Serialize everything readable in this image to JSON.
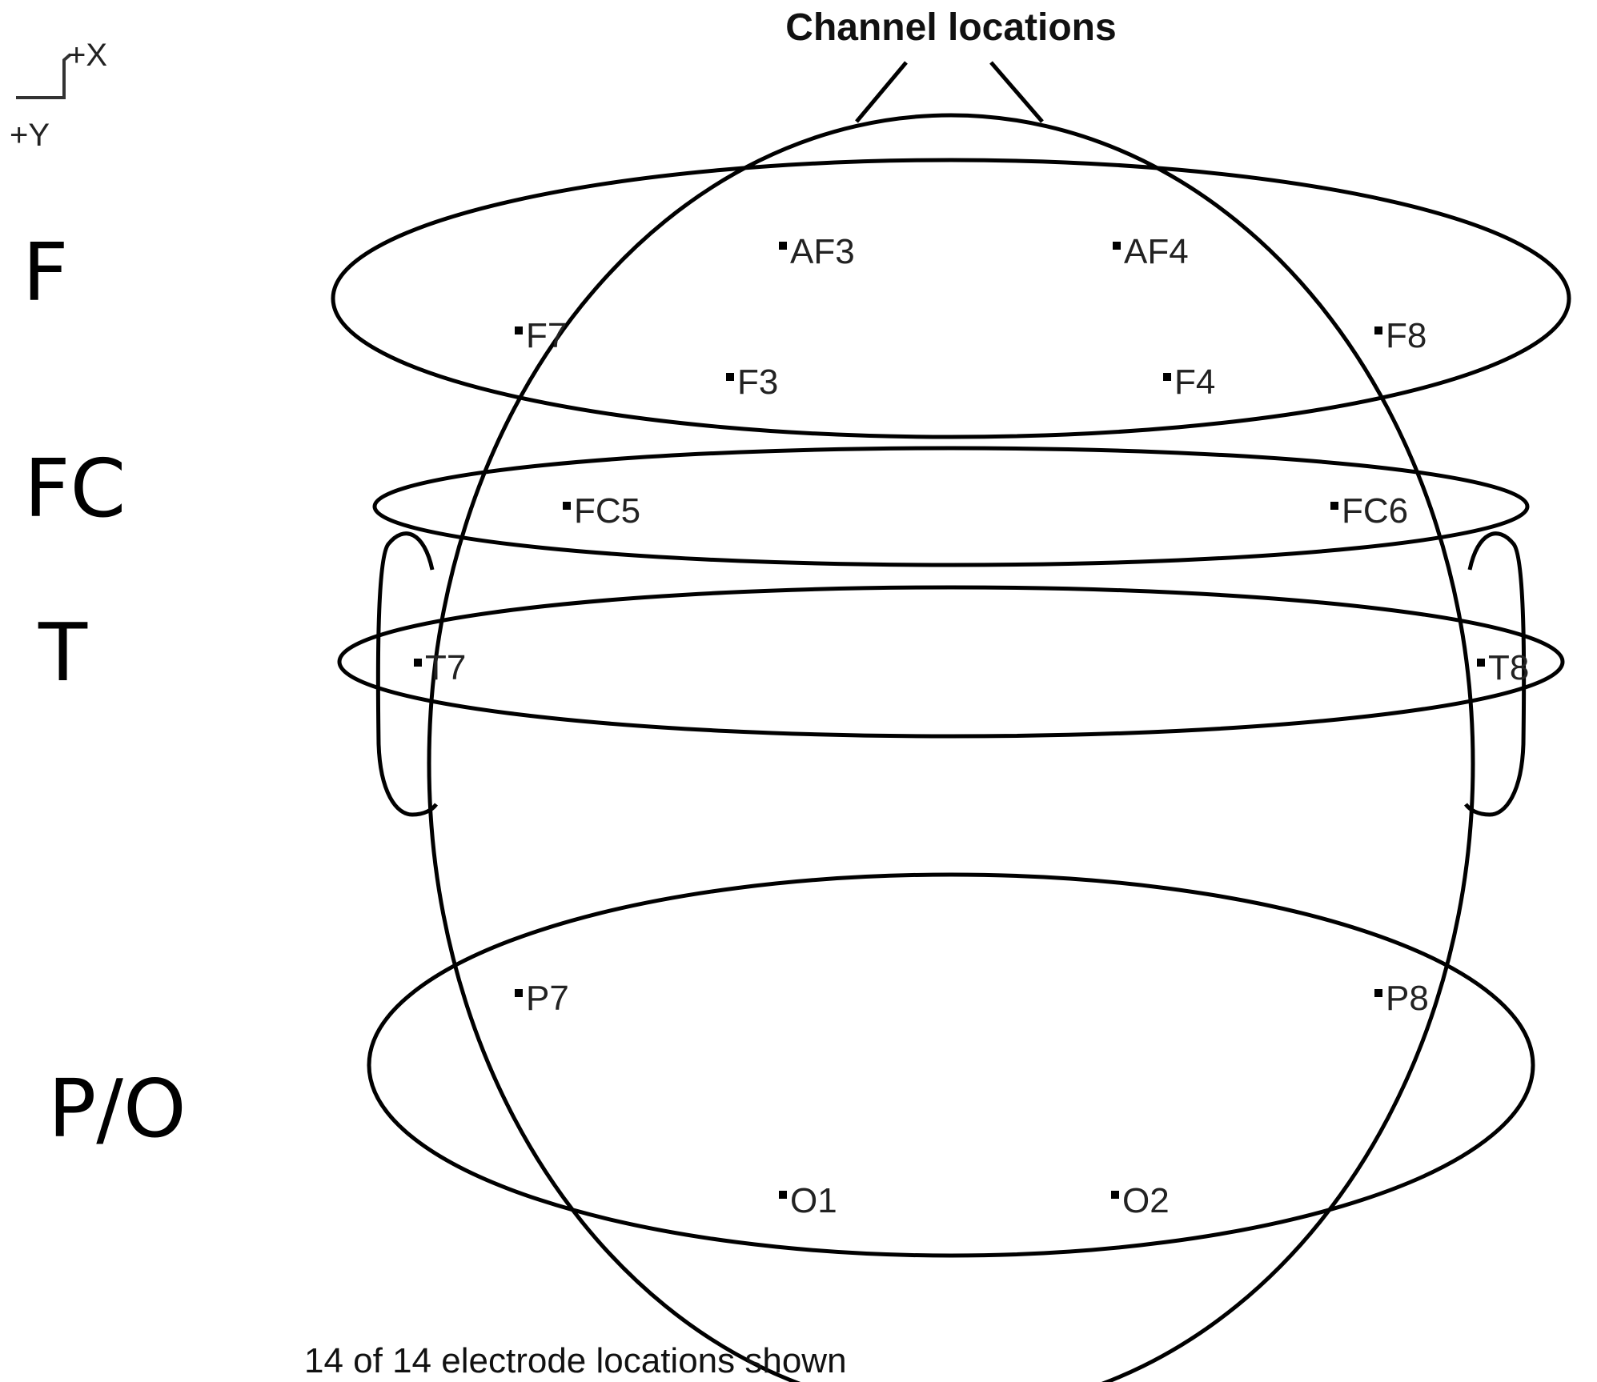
{
  "title": "Channel locations",
  "axis": {
    "x_label": "+X",
    "y_label": "+Y"
  },
  "regions": [
    {
      "key": "F",
      "label": "F"
    },
    {
      "key": "FC",
      "label": "FC"
    },
    {
      "key": "T",
      "label": "T"
    },
    {
      "key": "PO",
      "label": "P/O"
    }
  ],
  "electrodes": [
    "AF3",
    "AF4",
    "F7",
    "F8",
    "F3",
    "F4",
    "FC5",
    "FC6",
    "T7",
    "T8",
    "P7",
    "P8",
    "O1",
    "O2"
  ],
  "footer": "14 of 14 electrode locations shown"
}
